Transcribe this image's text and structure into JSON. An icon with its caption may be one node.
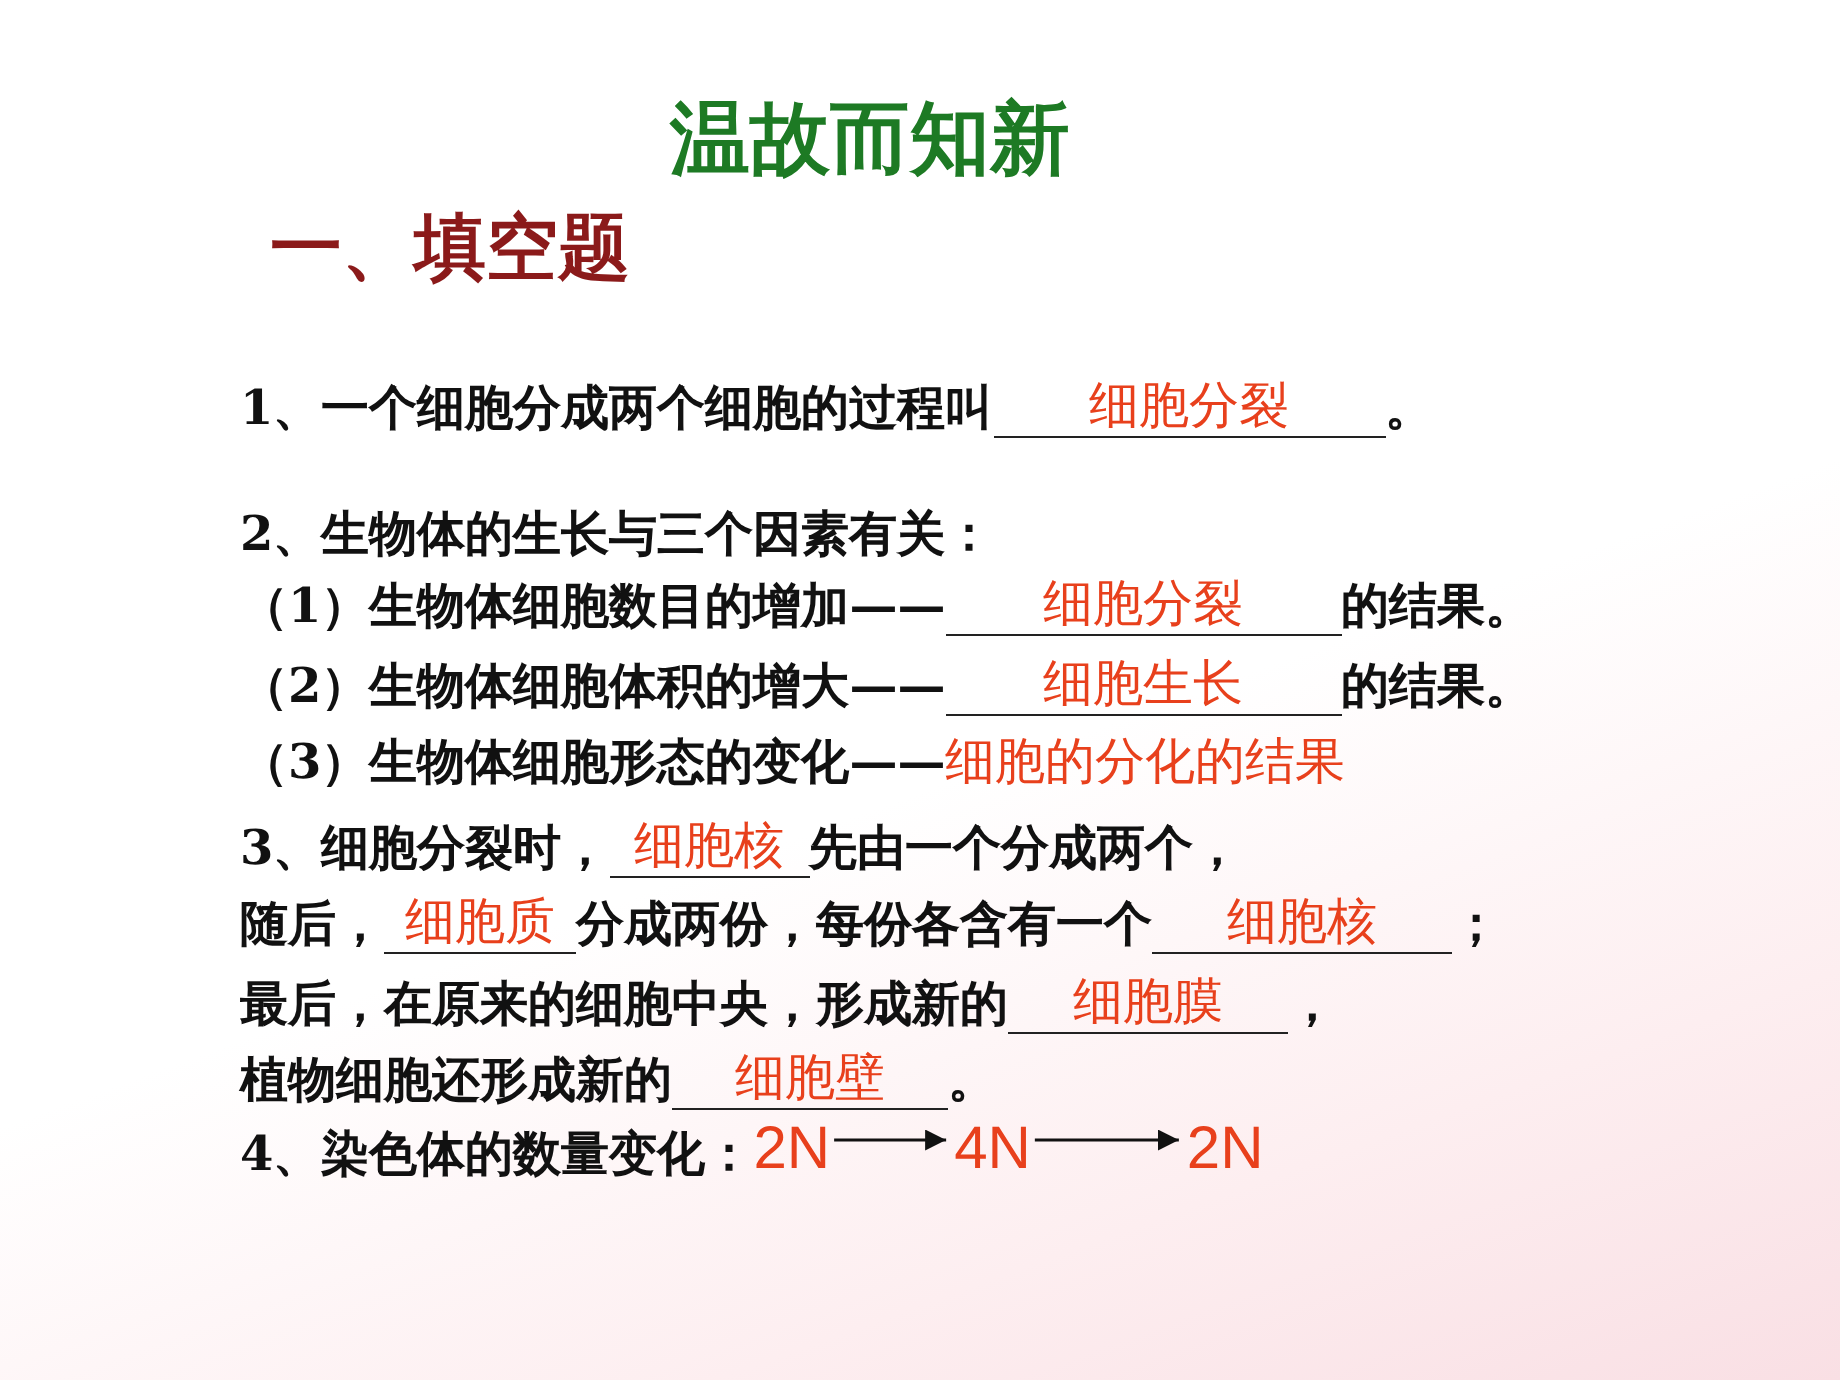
{
  "diagram": {
    "title": "温故而知新",
    "nodes": [
      {
        "text": [
          "2N"
        ]
      },
      {
        "text": [
          "4N"
        ]
      },
      {
        "text": [
          "2N"
        ]
      }
    ],
    "edges": [
      {
        "from": 0,
        "to": 1,
        "arrow": "to"
      },
      {
        "from": 1,
        "to": 2,
        "arrow": "to"
      }
    ],
    "labels": [
      "一、填空题",
      "1、一个细胞分成两个细胞的过程叫",
      "细胞分裂",
      "。",
      "2、生物体的生长与三个因素有关：",
      "（1）生物体细胞数目的增加——",
      "细胞分裂",
      "的结果。",
      "（2）生物体细胞体积的增大——",
      "细胞生长",
      "的结果。",
      "（3）生物体细胞形态的变化——",
      "细胞的分化的结果",
      "3、细胞分裂时，",
      "细胞核",
      "先由一个分成两个，",
      "随后，",
      "细胞质",
      "分成两份，每份各含有一个",
      "细胞核",
      "；",
      "最后，在原来的细胞中央，形成新的",
      "细胞膜",
      "，",
      "植物细胞还形成新的",
      "细胞壁",
      "。",
      "4、染色体的数量变化："
    ]
  }
}
